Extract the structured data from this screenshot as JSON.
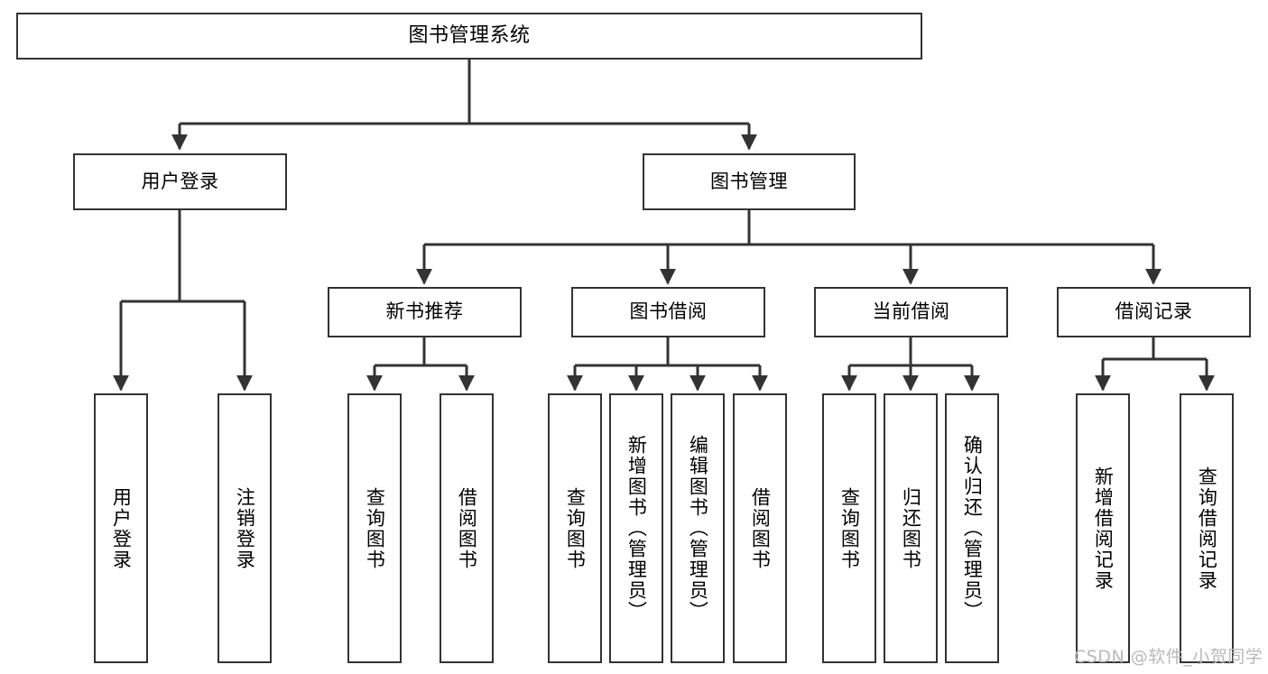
{
  "diagram": {
    "title": "图书管理系统",
    "type": "tree-hierarchy",
    "colors": {
      "box_border": "#333333",
      "box_fill": "#ffffff",
      "edge": "#333333",
      "text": "#000000",
      "watermark": "#b9b9b9",
      "background": "#ffffff"
    },
    "nodes": {
      "root": {
        "label": "图书管理系统"
      },
      "level2": [
        {
          "id": "user-login",
          "label": "用户登录"
        },
        {
          "id": "book-manage",
          "label": "图书管理"
        }
      ],
      "level3": [
        {
          "id": "new-book-rec",
          "label": "新书推荐"
        },
        {
          "id": "book-borrow",
          "label": "图书借阅"
        },
        {
          "id": "current-borrow",
          "label": "当前借阅"
        },
        {
          "id": "borrow-record",
          "label": "借阅记录"
        }
      ],
      "leaves": {
        "user-login": [
          {
            "id": "leaf-user-login",
            "label": "用户登录"
          },
          {
            "id": "leaf-user-logout",
            "label": "注销登录"
          }
        ],
        "new-book-rec": [
          {
            "id": "leaf-query-book-1",
            "label": "查询图书"
          },
          {
            "id": "leaf-borrow-book-1",
            "label": "借阅图书"
          }
        ],
        "book-borrow": [
          {
            "id": "leaf-query-book-2",
            "label": "查询图书"
          },
          {
            "id": "leaf-add-book",
            "label": "新增图书（管理员）"
          },
          {
            "id": "leaf-edit-book",
            "label": "编辑图书（管理员）"
          },
          {
            "id": "leaf-borrow-book-2",
            "label": "借阅图书"
          }
        ],
        "current-borrow": [
          {
            "id": "leaf-query-book-3",
            "label": "查询图书"
          },
          {
            "id": "leaf-return-book",
            "label": "归还图书"
          },
          {
            "id": "leaf-confirm-return",
            "label": "确认归还（管理员）"
          }
        ],
        "borrow-record": [
          {
            "id": "leaf-add-record",
            "label": "新增借阅记录"
          },
          {
            "id": "leaf-query-record",
            "label": "查询借阅记录"
          }
        ]
      }
    },
    "watermark": "CSDN @软件_小贺同学"
  }
}
